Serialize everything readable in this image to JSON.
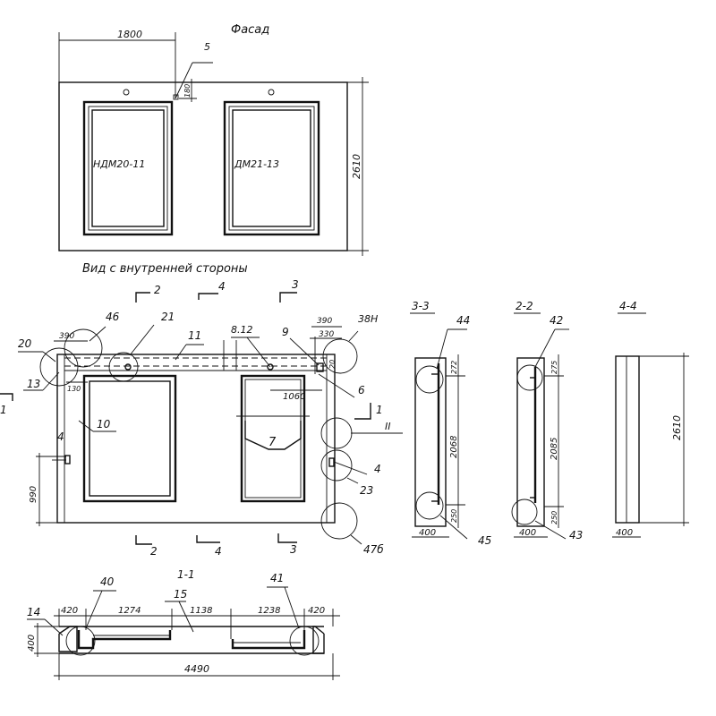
{
  "facade": {
    "title": "Фасад",
    "dim_width": "1800",
    "dim_height": "2610",
    "dim_small": "180",
    "callout": "5",
    "window_left": "НДМ20-11",
    "window_right": "ДМ21-13"
  },
  "inner": {
    "title": "Вид с внутренней стороны",
    "section_marks": [
      "2",
      "4",
      "3"
    ],
    "callouts": {
      "c46": "46",
      "c21": "21",
      "c11": "11",
      "c812": "8.12",
      "c9": "9",
      "c38n": "38Н",
      "c20": "20",
      "c13": "13",
      "c1_left": "1",
      "c1_right": "1",
      "c10": "10",
      "c7": "7",
      "c6": "6",
      "cII": "II",
      "c4_left": "4",
      "c4_right": "4",
      "c23": "23",
      "c47": "47б"
    },
    "dims": {
      "d390_left": "390",
      "d130": "130",
      "d390_right": "390",
      "d330": "330",
      "d20": "20",
      "d1060": "1060",
      "d990": "990"
    }
  },
  "section33": {
    "title": "3-3",
    "callout_top": "44",
    "callout_bottom": "45",
    "d_top": "272",
    "d_mid": "2068",
    "d_bot": "250",
    "d_width": "400"
  },
  "section22": {
    "title": "2-2",
    "callout_top": "42",
    "callout_bottom": "43",
    "d_top": "275",
    "d_mid": "2085",
    "d_bot": "250",
    "d_width": "400"
  },
  "section44": {
    "title": "4-4",
    "d_height": "2610",
    "d_width": "400"
  },
  "section11": {
    "title": "1-1",
    "callout_left": "40",
    "callout_right": "41",
    "callout_15": "15",
    "callout_14": "14",
    "d_420_left": "420",
    "d_1274": "1274",
    "d_1138": "1138",
    "d_1238": "1238",
    "d_420_right": "420",
    "d_400": "400",
    "d_total": "4490"
  }
}
